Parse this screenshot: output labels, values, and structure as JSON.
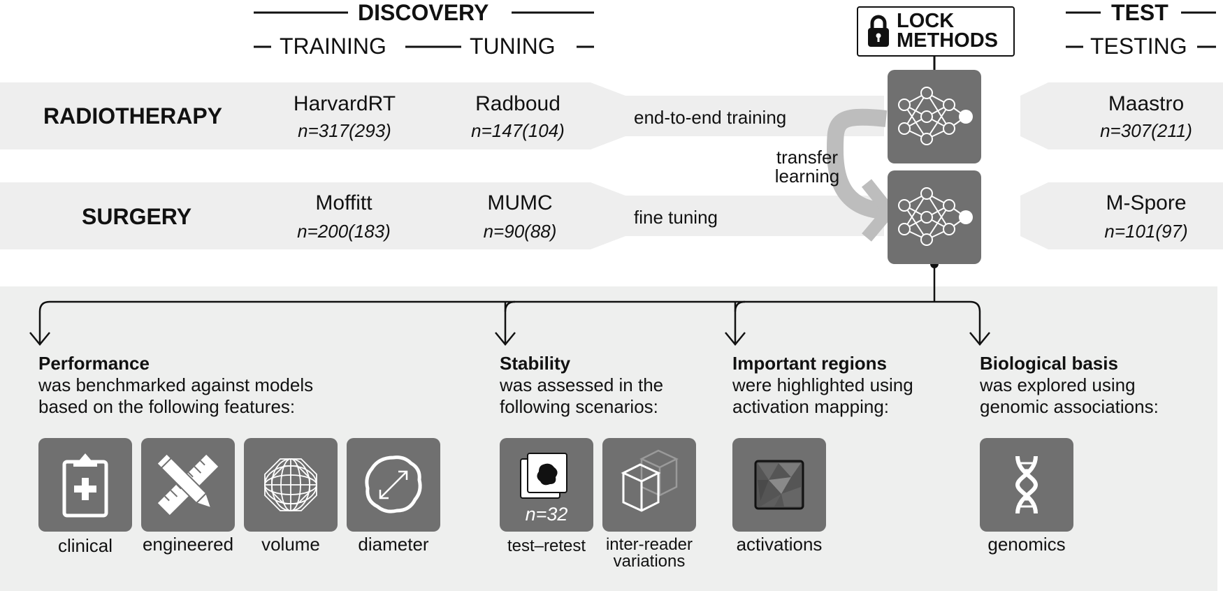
{
  "header": {
    "discovery": "DISCOVERY",
    "training": "TRAINING",
    "tuning": "TUNING",
    "lock_line1": "LOCK",
    "lock_line2": "METHODS",
    "test": "TEST",
    "testing": "TESTING"
  },
  "rows": {
    "radiotherapy": {
      "label": "RADIOTHERAPY",
      "training_site": "HarvardRT",
      "training_n": "n=317(293)",
      "tuning_site": "Radboud",
      "tuning_n": "n=147(104)",
      "process": "end-to-end training",
      "test_site": "Maastro",
      "test_n": "n=307(211)"
    },
    "surgery": {
      "label": "SURGERY",
      "training_site": "Moffitt",
      "training_n": "n=200(183)",
      "tuning_site": "MUMC",
      "tuning_n": "n=90(88)",
      "process": "fine tuning",
      "test_site": "M-Spore",
      "test_n": "n=101(97)"
    },
    "transfer_line1": "transfer",
    "transfer_line2": "learning"
  },
  "sections": {
    "performance": {
      "title": "Performance",
      "line1": "was benchmarked against models",
      "line2": "based on the following features:",
      "icons": [
        "clinical",
        "engineered",
        "volume",
        "diameter"
      ]
    },
    "stability": {
      "title": "Stability",
      "line1": "was assessed in the",
      "line2": "following scenarios:",
      "test_retest_n": "n=32",
      "label1": "test–retest",
      "label2_line1": "inter-reader",
      "label2_line2": "variations"
    },
    "regions": {
      "title": "Important regions",
      "line1": "were highlighted using",
      "line2": "activation mapping:",
      "label": "activations"
    },
    "biology": {
      "title": "Biological basis",
      "line1": "was explored using",
      "line2": "genomic associations:",
      "label": "genomics"
    }
  },
  "colors": {
    "band": "#eeeeee",
    "panel": "#eeefee",
    "tile": "#707070",
    "arrow": "#bdbdbd",
    "ink": "#111111"
  }
}
